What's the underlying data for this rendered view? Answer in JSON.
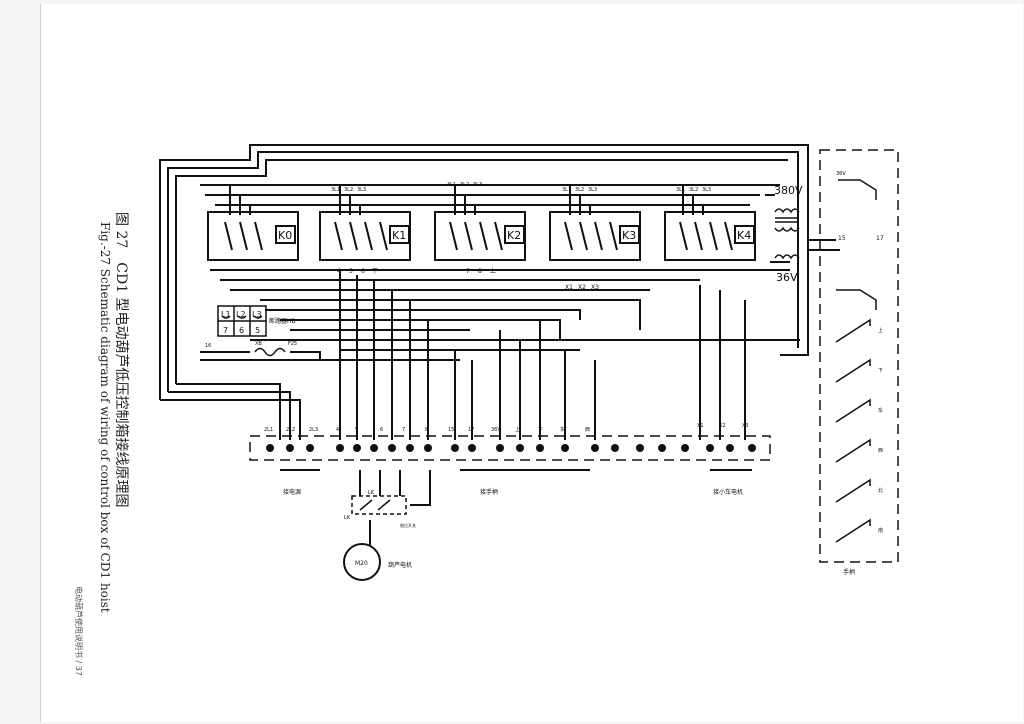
{
  "caption": {
    "cn": "图 27　CD1 型电动葫芦低压控制箱接线原理图",
    "en": "Fig.-27 Schematic diagram of wiring of control box of CD1 hoist"
  },
  "footer": "电动葫芦使用说明书 / 37",
  "contactors": [
    {
      "label": "K0",
      "phase_labels": []
    },
    {
      "label": "K1",
      "phase_labels": [
        "3L1",
        "3L2",
        "3L3"
      ]
    },
    {
      "label": "K2",
      "phase_labels": [
        "3L1",
        "3L2",
        "3L3"
      ]
    },
    {
      "label": "K3",
      "phase_labels": [
        "3L1",
        "3L2",
        "3L3"
      ]
    },
    {
      "label": "K4",
      "phase_labels": [
        "3L1",
        "3L2",
        "3L3"
      ]
    }
  ],
  "k1_aux_labels": [
    "4",
    "5",
    "6",
    "下"
  ],
  "k2_aux_labels": [
    "7",
    "8",
    "上"
  ],
  "k3_aux_labels": [
    "X1",
    "X2",
    "X3"
  ],
  "transformer": {
    "primary": "380V",
    "secondary": "36V"
  },
  "breaker": {
    "top": [
      "L1",
      "L2",
      "L3"
    ],
    "bottom": [
      "7",
      "6",
      "5"
    ],
    "label": "断路器HB"
  },
  "fuse": {
    "left": "16",
    "mid": "XB",
    "right": "F25"
  },
  "terminal_labels": [
    "2L1",
    "2L2",
    "2L3",
    "4",
    "5",
    "6",
    "7",
    "8",
    "15",
    "17",
    "36V",
    "上",
    "下",
    "东",
    "西"
  ],
  "terminal_right_labels": [
    "X1",
    "X2",
    "X3"
  ],
  "group_labels": {
    "power": "接电源",
    "pendant": "接手柄",
    "trolley": "接小车电机"
  },
  "limit": {
    "label": "LK",
    "switch": "限位开关"
  },
  "motor": {
    "label": "M20",
    "caption": "葫芦电机"
  },
  "pendant": {
    "voltage": "36V",
    "terminals": [
      "15",
      "17"
    ],
    "buttons": [
      "上",
      "下",
      "东",
      "西",
      "北",
      "南"
    ],
    "label": "手柄"
  }
}
